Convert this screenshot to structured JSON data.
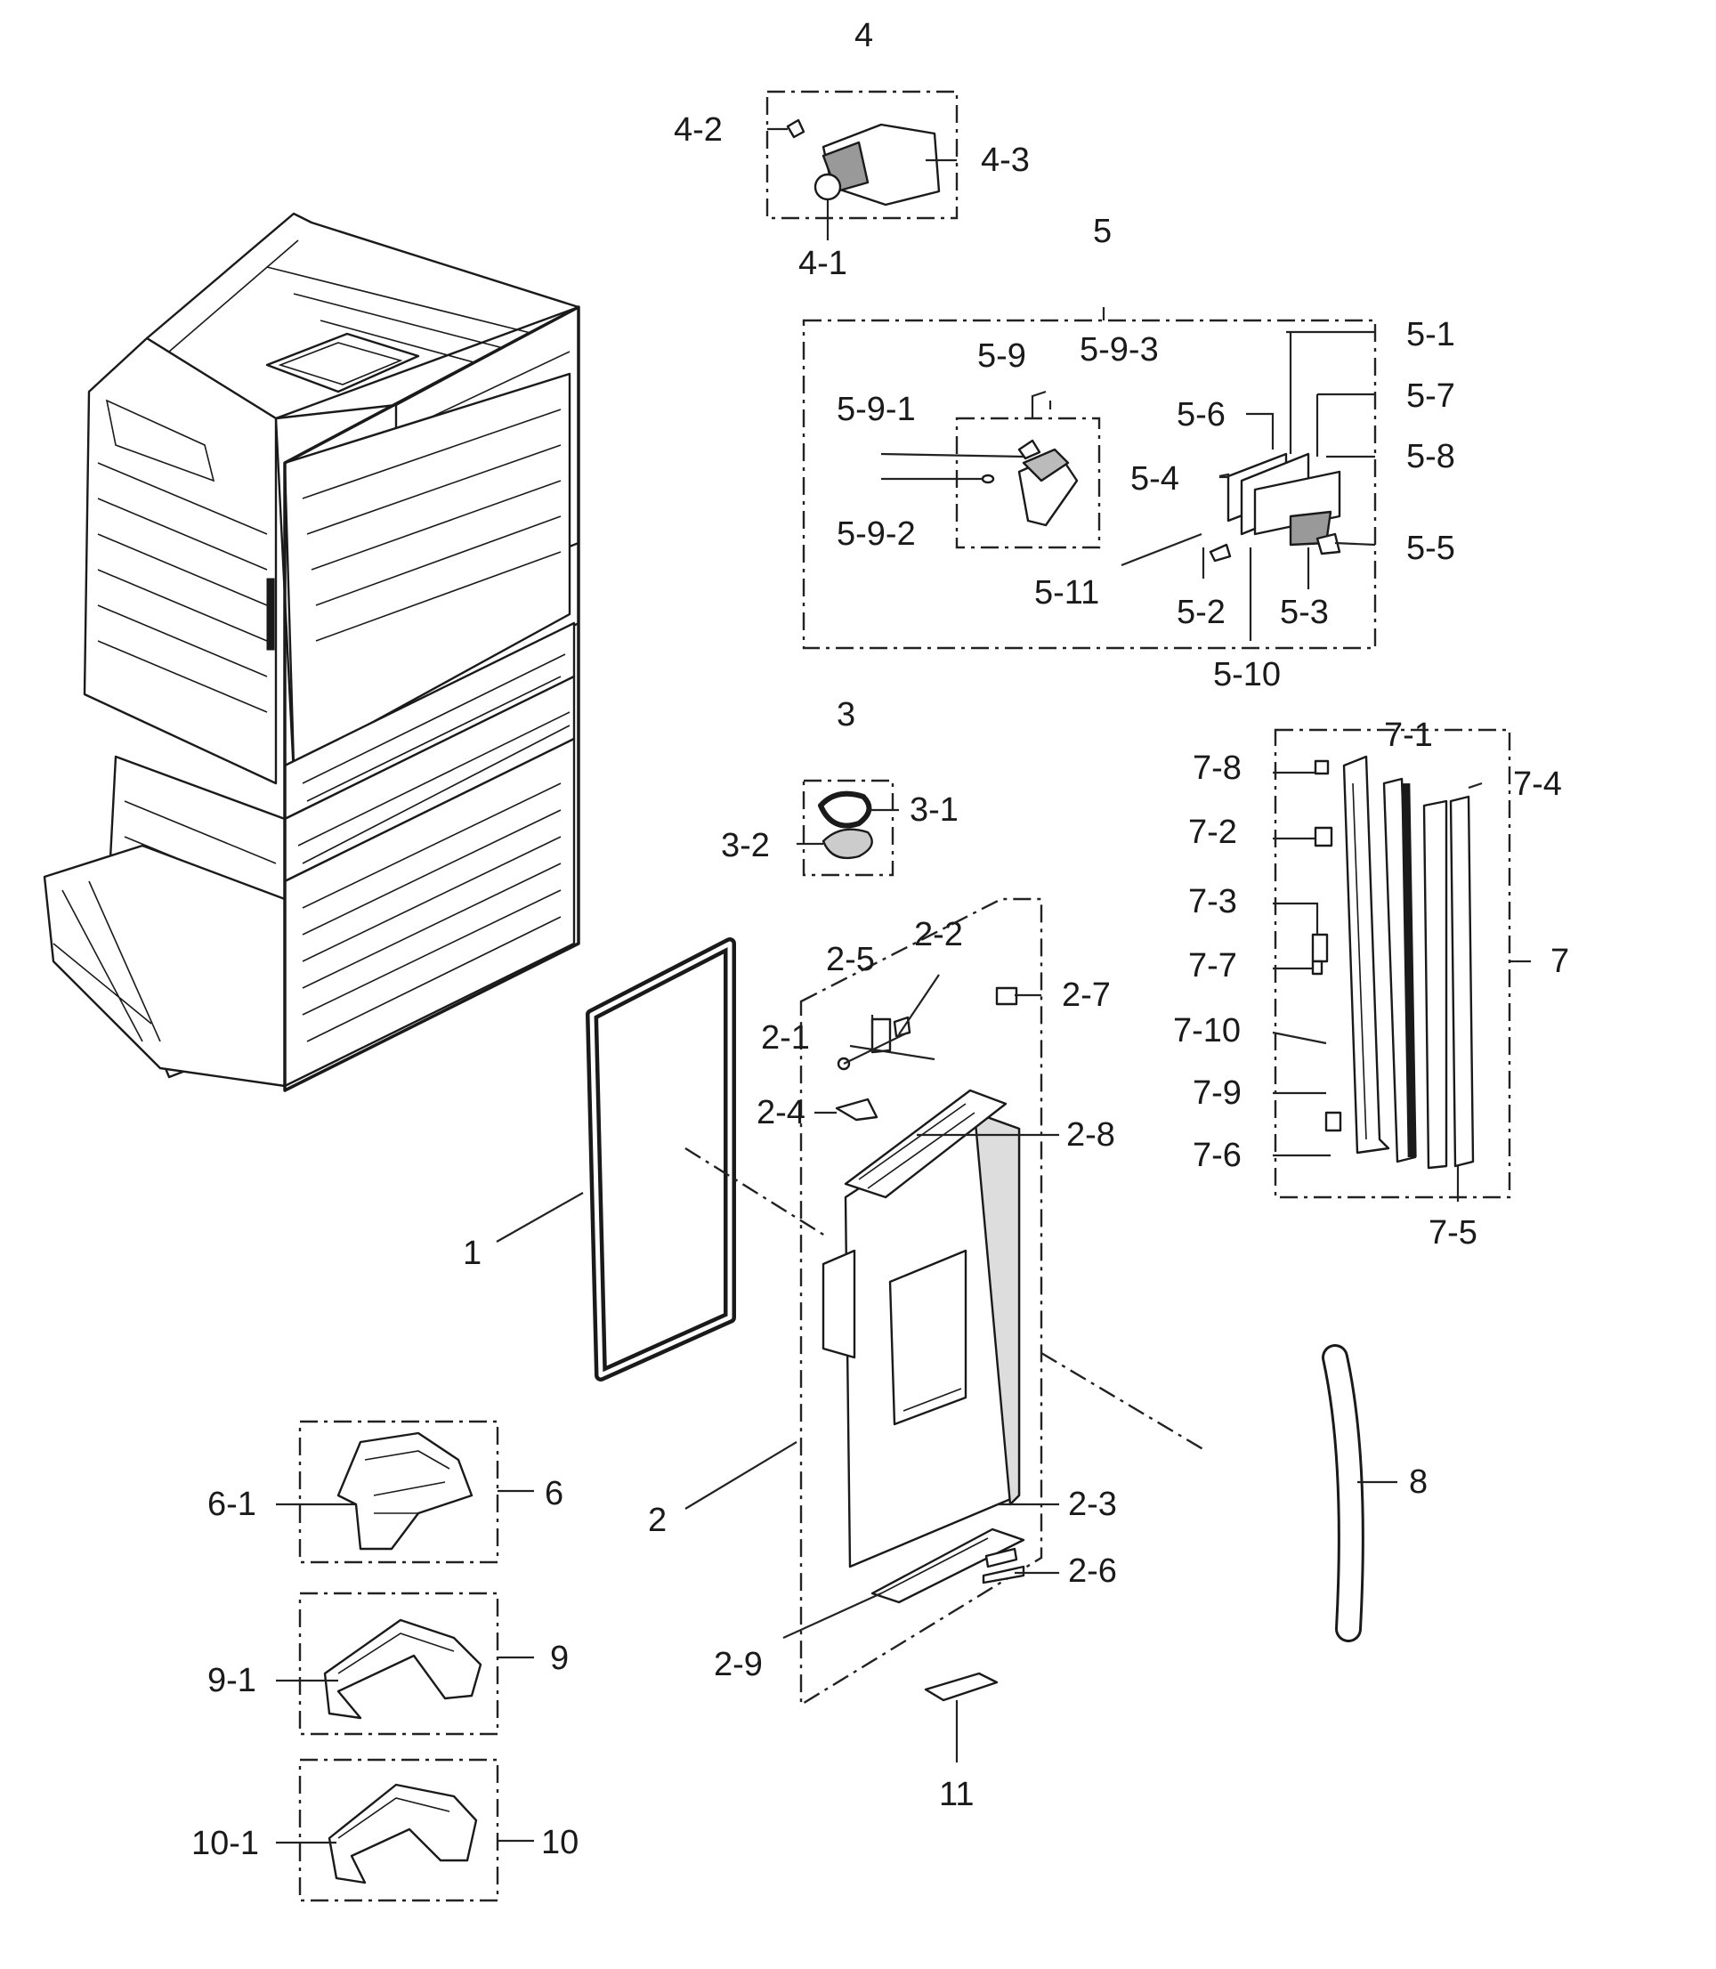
{
  "diagram": {
    "colors": {
      "ink": "#1a1a1a",
      "paper": "#ffffff"
    },
    "callouts": {
      "c1": "1",
      "c2": "2",
      "c2_1": "2-1",
      "c2_2": "2-2",
      "c2_3": "2-3",
      "c2_4": "2-4",
      "c2_5": "2-5",
      "c2_6": "2-6",
      "c2_7": "2-7",
      "c2_8": "2-8",
      "c2_9": "2-9",
      "c3": "3",
      "c3_1": "3-1",
      "c3_2": "3-2",
      "c4": "4",
      "c4_1": "4-1",
      "c4_2": "4-2",
      "c4_3": "4-3",
      "c5": "5",
      "c5_1": "5-1",
      "c5_2": "5-2",
      "c5_3": "5-3",
      "c5_4": "5-4",
      "c5_5": "5-5",
      "c5_6": "5-6",
      "c5_7": "5-7",
      "c5_8": "5-8",
      "c5_9": "5-9",
      "c5_9_1": "5-9-1",
      "c5_9_2": "5-9-2",
      "c5_9_3": "5-9-3",
      "c5_10": "5-10",
      "c5_11": "5-11",
      "c6": "6",
      "c6_1": "6-1",
      "c7": "7",
      "c7_1": "7-1",
      "c7_2": "7-2",
      "c7_3": "7-3",
      "c7_4": "7-4",
      "c7_5": "7-5",
      "c7_6": "7-6",
      "c7_7": "7-7",
      "c7_8": "7-8",
      "c7_9": "7-9",
      "c7_10": "7-10",
      "c8": "8",
      "c9": "9",
      "c9_1": "9-1",
      "c10": "10",
      "c10_1": "10-1",
      "c11": "11"
    }
  }
}
